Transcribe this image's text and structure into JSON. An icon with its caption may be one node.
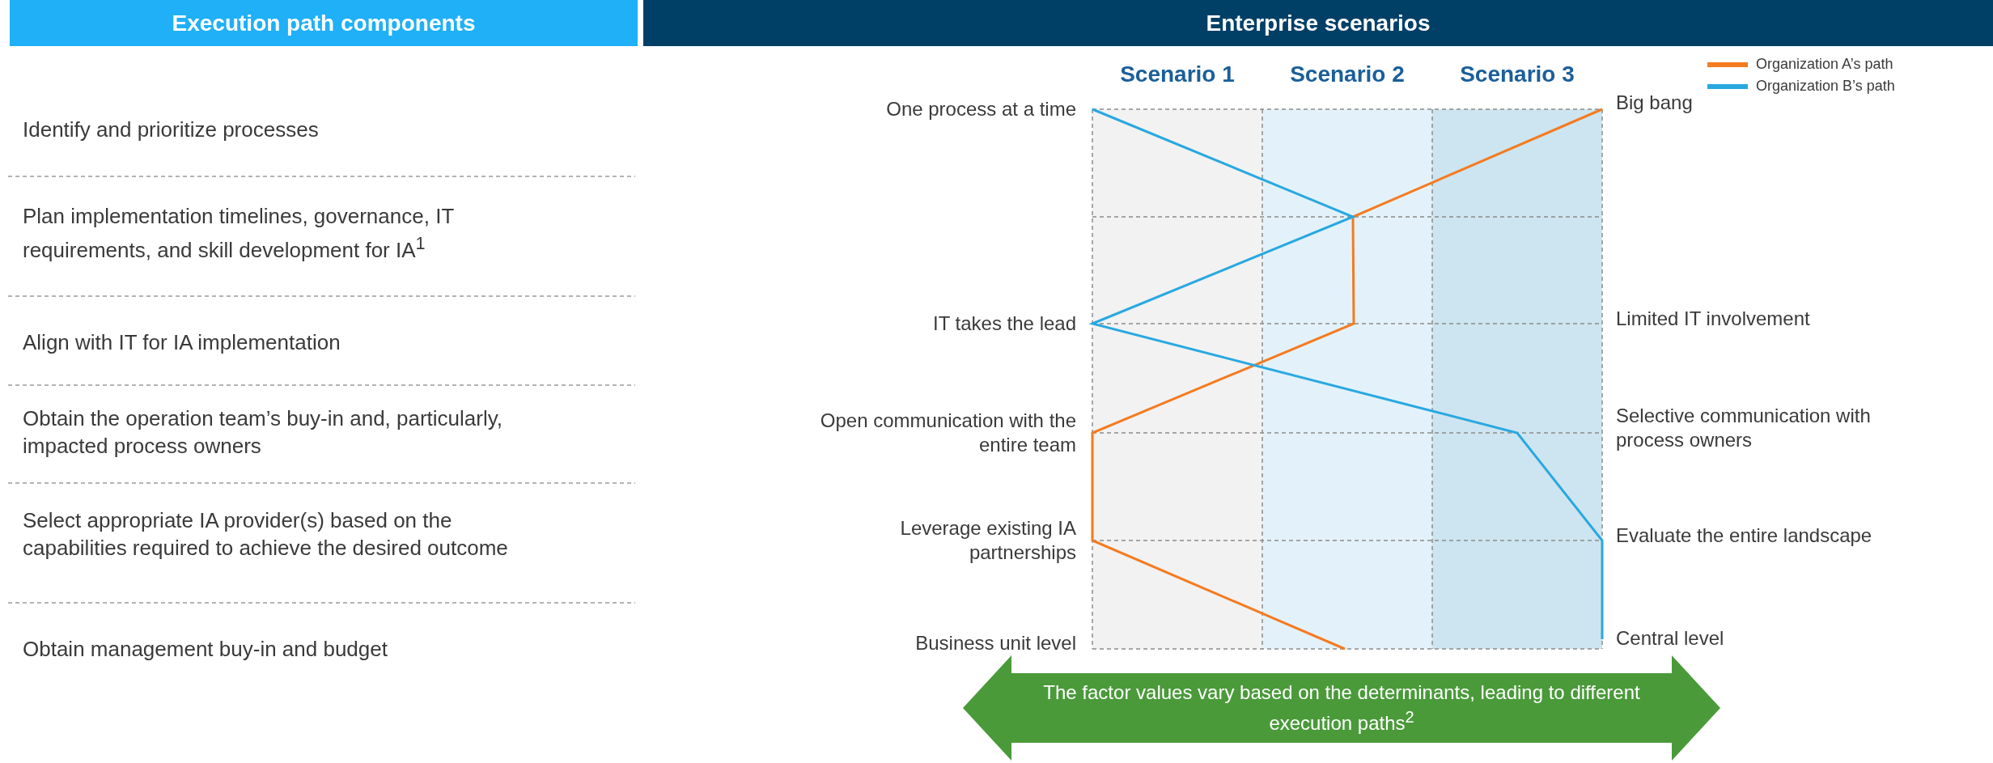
{
  "diagram": {
    "nodes": [
      {
        "text": [
          "Execution path components"
        ]
      },
      {
        "text": [
          "Enterprise scenarios"
        ]
      },
      {
        "text": [
          "The factor values vary based on the determinants, leading to different execution paths$^{2}$"
        ]
      }
    ],
    "labels": [
      "Identify and prioritize processes",
      "Plan implementation timelines, governance, IT requirements, and skill development for IA$^{1}$",
      "Align with IT for IA implementation",
      "Obtain the operation team’s buy-in and, particularly, impacted process owners",
      "Select appropriate IA provider(s) based on the capabilities required to achieve the desired outcome",
      "Obtain management buy-in and budget",
      "Scenario 1",
      "Scenario 2",
      "Scenario 3",
      "One process at a time",
      "Big bang",
      "IT takes the lead",
      "Limited IT involvement",
      "Open communication with the entire team",
      "Selective communication with process owners",
      "Leverage existing IA partnerships",
      "Evaluate the entire landscape",
      "Business unit level",
      "Central level"
    ],
    "legend": [
      {
        "text": "Organization A’s path"
      },
      {
        "text": "Organization B’s path"
      }
    ]
  }
}
